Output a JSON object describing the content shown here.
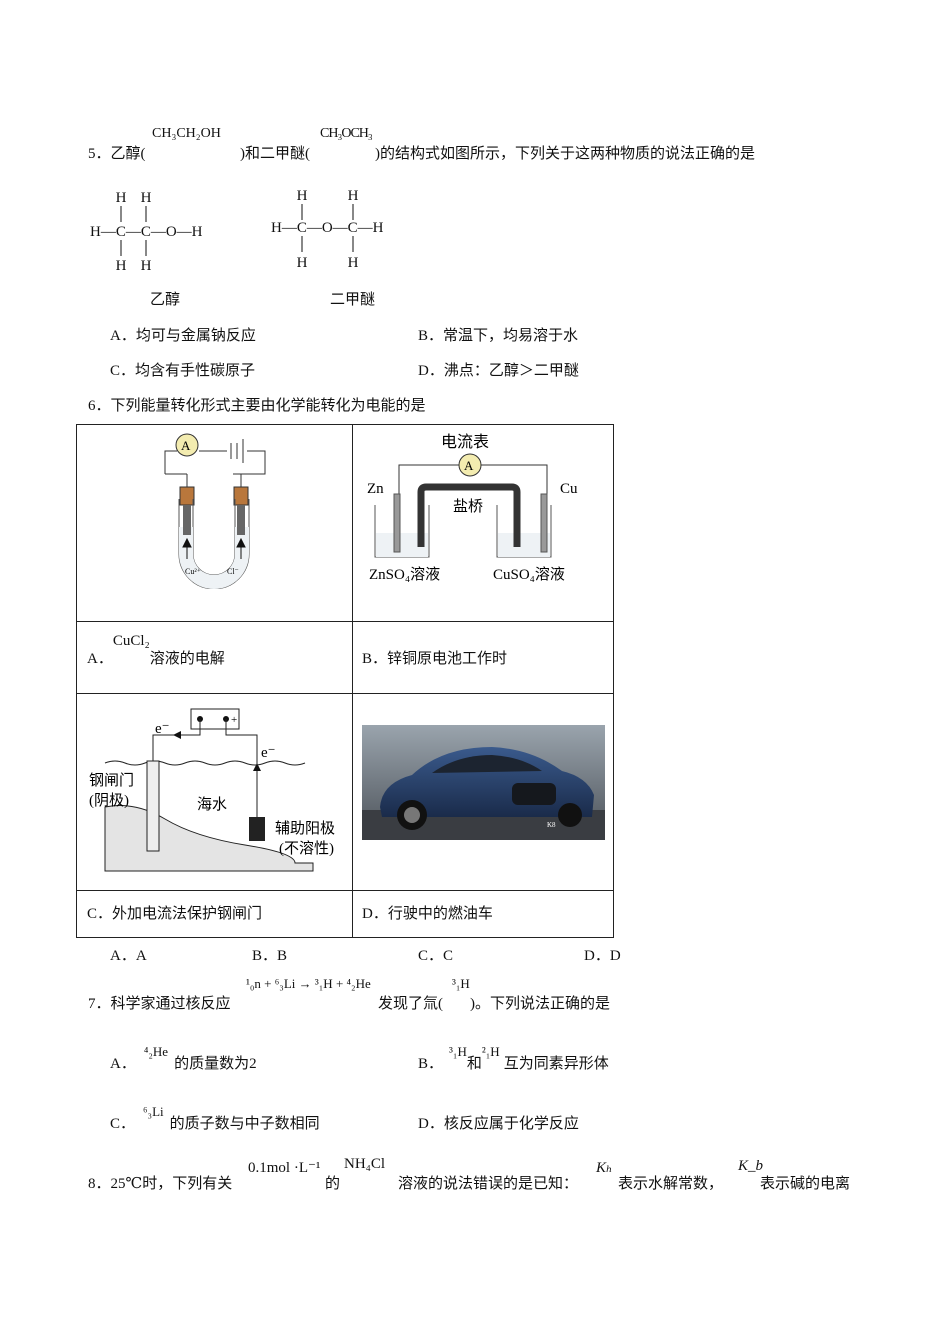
{
  "q5": {
    "stem_a": "5．乙醇(",
    "ethanol_formula": "CH₃CH₂OH",
    "stem_b": ")和二甲醚(",
    "ether_formula": "CH₃OCH₃",
    "stem_c": ")的结构式如图所示，下列关于这两种物质的说法正确的是",
    "ethanol_label": "乙醇",
    "ether_label": "二甲醚",
    "ethanol_structure": {
      "top": "H    H",
      "middle": "H—C—C—O—H",
      "bottom": "H    H"
    },
    "ether_structure": {
      "top": "H         H",
      "middle": "H—C—O—C—H",
      "bottom": "H         H"
    },
    "options": [
      "A．均可与金属钠反应",
      "B．常温下，均易溶于水",
      "C．均含有手性碳原子",
      "D．沸点：乙醇＞二甲醚"
    ]
  },
  "q6": {
    "stem": "6．下列能量转化形式主要由化学能转化为电能的是",
    "cells": {
      "a_prefix": "A．",
      "a_formula": "CuCl₂",
      "a_text": "溶液的电解",
      "b_text": "B．锌铜原电池工作时",
      "c_text": "C．外加电流法保护钢闸门",
      "d_text": "D．行驶中的燃油车"
    },
    "fig_a": {
      "ammeter": "A",
      "cu_ion": "Cu²⁺",
      "cl_ion": "Cl⁻"
    },
    "fig_b": {
      "title": "电流表",
      "ammeter": "A",
      "zn": "Zn",
      "cu": "Cu",
      "bridge": "盐桥",
      "left_solution": "ZnSO₄溶液",
      "right_solution": "CuSO₄溶液"
    },
    "fig_c": {
      "e_left": "e⁻",
      "plus": "+",
      "e_right": "e⁻",
      "gate": "钢闸门",
      "gate_note": "(阴极)",
      "seawater": "海水",
      "anode": "辅助阳极",
      "anode_note": "(不溶性)"
    },
    "fig_d": {
      "badge": "K8"
    },
    "answers": [
      "A．A",
      "B．B",
      "C．C",
      "D．D"
    ]
  },
  "q7": {
    "stem_a": "7．科学家通过核反应",
    "reaction": "¹₀n + ⁶₃Li → ³₁H + ⁴₂He",
    "stem_b": "发现了氚(",
    "tritium": "³₁H",
    "stem_c": ")。下列说法正确的是",
    "options": [
      {
        "prefix": "A．",
        "nuclide": "⁴₂He",
        "text": "的质量数为2"
      },
      {
        "prefix": "B．",
        "nuclide": "³₁H",
        "mid": "和",
        "nuclide2": "²₁H",
        "text": "互为同素异形体"
      },
      {
        "prefix": "C．",
        "nuclide": "⁶₃Li",
        "text": "的质子数与中子数相同"
      },
      {
        "prefix": "D．",
        "text": "核反应属于化学反应"
      }
    ]
  },
  "q8": {
    "stem_a": "8．25℃时，下列有关",
    "conc": "0.1mol ·L⁻¹",
    "stem_b": "的",
    "compound": "NH₄Cl",
    "stem_c": "溶液的说法错误的是已知：",
    "kh": "Kₕ",
    "stem_d": "表示水解常数，",
    "kb": "K_b",
    "stem_e": "表示碱的电离"
  }
}
